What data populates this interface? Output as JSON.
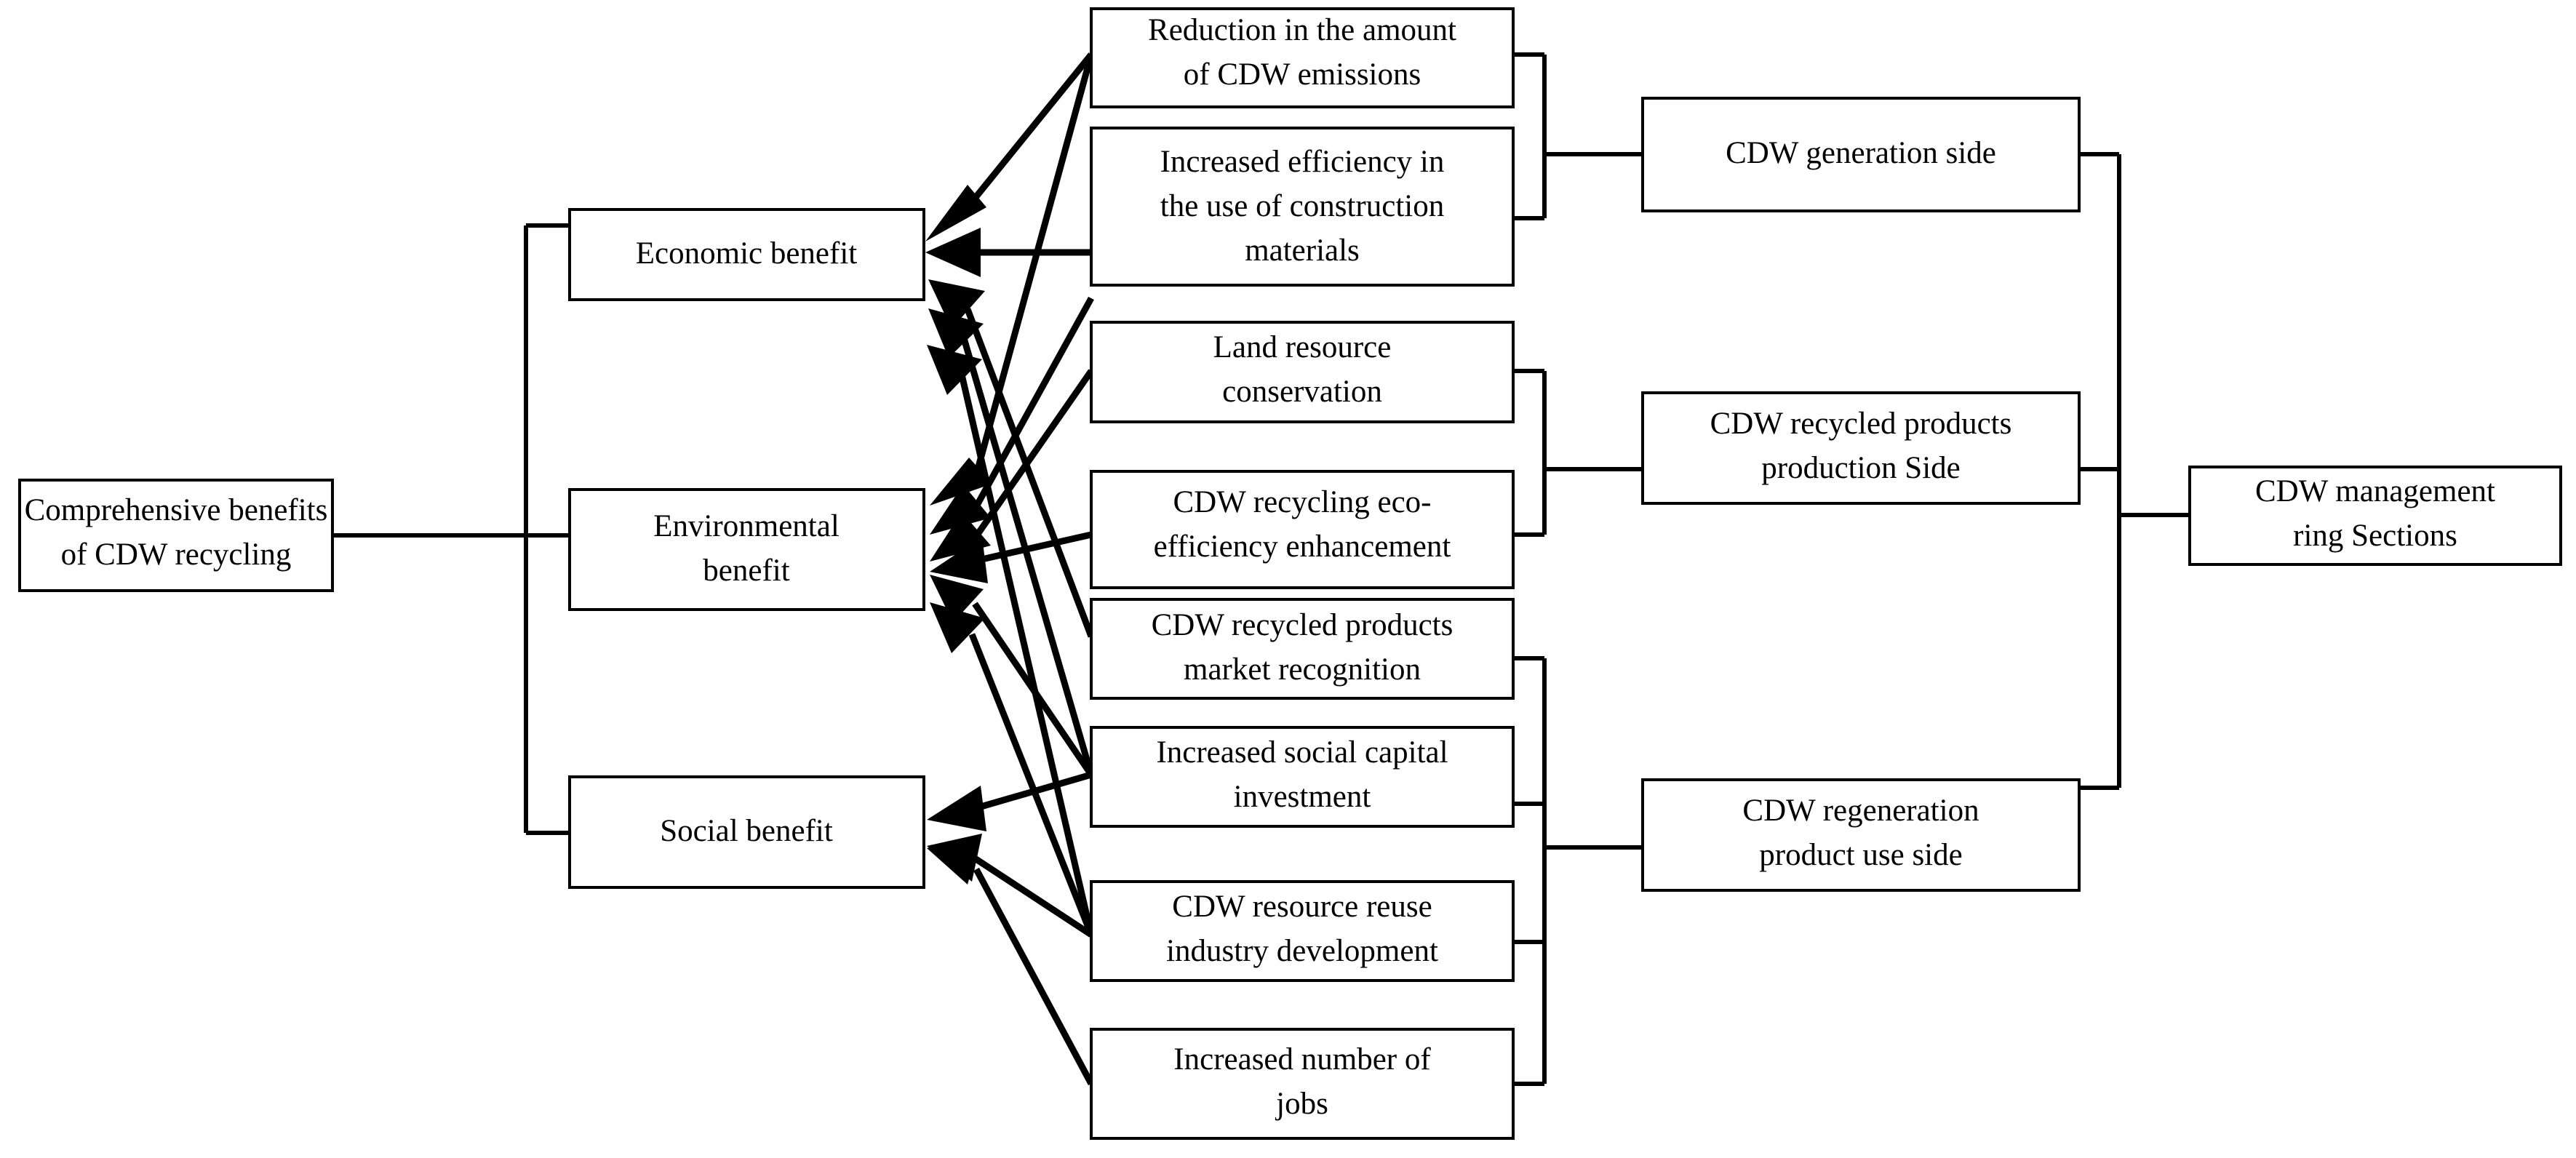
{
  "diagram": {
    "title": "Comprehensive benefits of CDW recycling framework",
    "colors": {
      "background": "#ffffff",
      "stroke": "#000000",
      "text": "#000000",
      "node_fill": "#ffffff"
    },
    "root_node": {
      "id": "root",
      "label_lines": [
        "Comprehensive benefits",
        "of CDW recycling"
      ],
      "line1": "Comprehensive benefits",
      "line2": "of CDW recycling"
    },
    "benefit_nodes": [
      {
        "id": "economic",
        "line1": "Economic benefit",
        "line2": ""
      },
      {
        "id": "environmental",
        "line1": "Environmental",
        "line2": "benefit"
      },
      {
        "id": "social",
        "line1": "Social benefit",
        "line2": ""
      }
    ],
    "indicator_nodes": [
      {
        "id": "ind1",
        "line1": "Reduction in the amount",
        "line2": "of CDW emissions",
        "line3": ""
      },
      {
        "id": "ind2",
        "line1": "Increased efficiency in",
        "line2": "the use of construction",
        "line3": "materials"
      },
      {
        "id": "ind3",
        "line1": "Land resource",
        "line2": "conservation",
        "line3": ""
      },
      {
        "id": "ind4",
        "line1": "CDW recycling eco-",
        "line2": "efficiency enhancement",
        "line3": ""
      },
      {
        "id": "ind5",
        "line1": "CDW recycled products",
        "line2": "market recognition",
        "line3": ""
      },
      {
        "id": "ind6",
        "line1": "Increased social capital",
        "line2": "investment",
        "line3": ""
      },
      {
        "id": "ind7",
        "line1": "CDW resource reuse",
        "line2": "industry development",
        "line3": ""
      },
      {
        "id": "ind8",
        "line1": "Increased number of",
        "line2": "jobs",
        "line3": ""
      }
    ],
    "stage_nodes": [
      {
        "id": "stage1",
        "line1": "CDW generation side",
        "line2": ""
      },
      {
        "id": "stage2",
        "line1": "CDW recycled products",
        "line2": "production Side"
      },
      {
        "id": "stage3",
        "line1": "CDW regeneration",
        "line2": "product use side"
      }
    ],
    "ring_node": {
      "id": "ring",
      "line1": "CDW management",
      "line2": "ring Sections"
    },
    "relations": {
      "economic_sources": [
        "ind1",
        "ind2",
        "ind5",
        "ind6",
        "ind7"
      ],
      "environmental_sources": [
        "ind1",
        "ind2",
        "ind3",
        "ind4",
        "ind6",
        "ind7"
      ],
      "social_sources": [
        "ind6",
        "ind7",
        "ind8"
      ],
      "stage1_children": [
        "ind1",
        "ind2"
      ],
      "stage2_children": [
        "ind3",
        "ind4"
      ],
      "stage3_children": [
        "ind5",
        "ind6",
        "ind7",
        "ind8"
      ],
      "ring_children": [
        "stage1",
        "stage2",
        "stage3"
      ],
      "root_children": [
        "economic",
        "environmental",
        "social"
      ]
    }
  }
}
